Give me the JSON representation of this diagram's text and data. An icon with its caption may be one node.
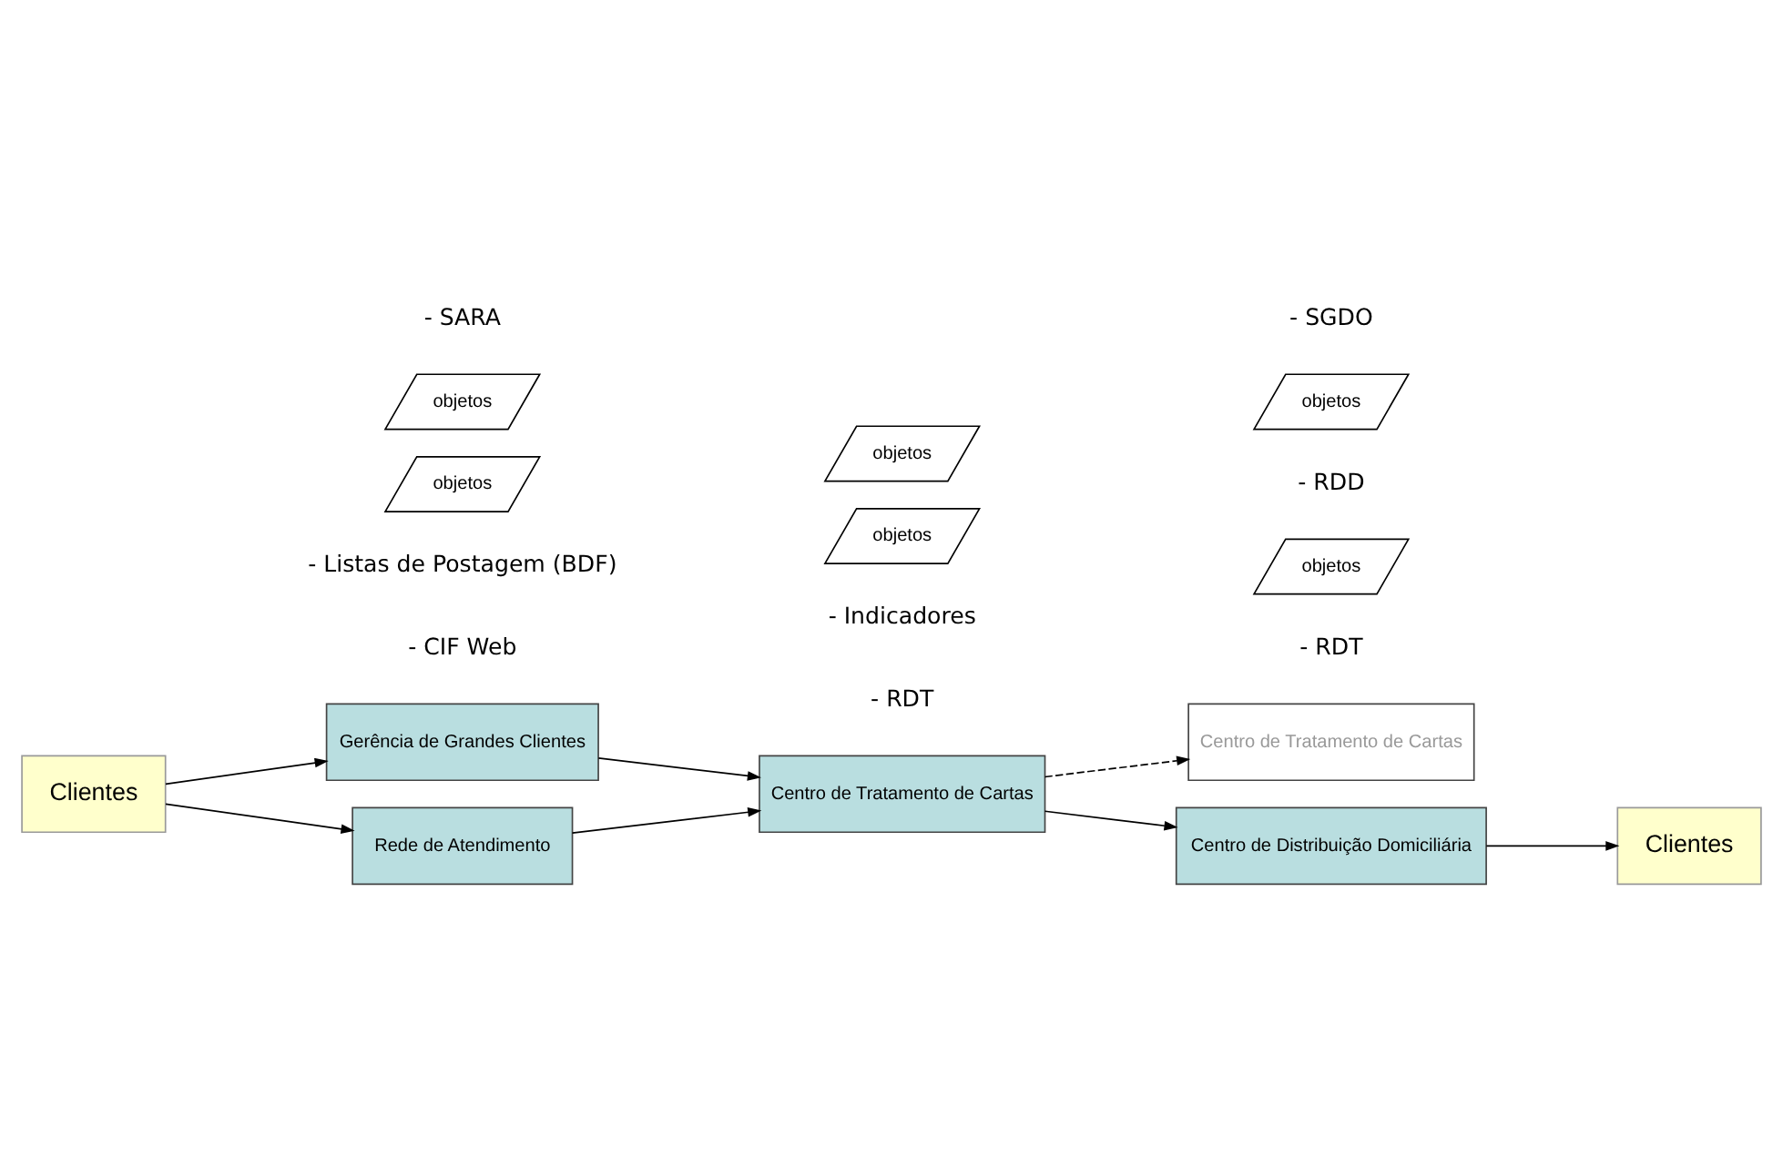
{
  "diagram": {
    "nodes": [
      {
        "text": [
          "Clientes"
        ]
      },
      {
        "text": [
          "Gerência de Grandes Clientes"
        ]
      },
      {
        "text": [
          "objetos"
        ]
      },
      {
        "text": [
          "objetos"
        ]
      },
      {
        "text": [
          "Rede de Atendimento"
        ]
      },
      {
        "text": [
          "Centro de Tratamento de Cartas"
        ]
      },
      {
        "text": [
          "objetos"
        ]
      },
      {
        "text": [
          "objetos"
        ]
      },
      {
        "text": [
          "Centro de Tratamento de Cartas"
        ]
      },
      {
        "text": [
          "objetos"
        ]
      },
      {
        "text": [
          "objetos"
        ]
      },
      {
        "text": [
          "Centro de Distribuição Domiciliária"
        ]
      },
      {
        "text": [
          "Clientes"
        ]
      }
    ],
    "edges": [
      {
        "from": 0,
        "to": 1,
        "arrow": "to"
      },
      {
        "from": 0,
        "to": 4,
        "arrow": "to"
      },
      {
        "from": 1,
        "to": 5,
        "arrow": "to"
      },
      {
        "from": 4,
        "to": 5,
        "arrow": "to"
      },
      {
        "from": 5,
        "to": 8,
        "arrow": "to",
        "style": "dashed"
      },
      {
        "from": 5,
        "to": 11,
        "arrow": "to"
      },
      {
        "from": 11,
        "to": 12,
        "arrow": "to"
      }
    ],
    "labels": [
      "- CIF Web",
      "- Listas de Postagem (BDF)",
      "- RDT",
      "- Indicadores",
      "- RDT",
      "- SARA",
      "- RDD",
      "- SGDO"
    ]
  }
}
